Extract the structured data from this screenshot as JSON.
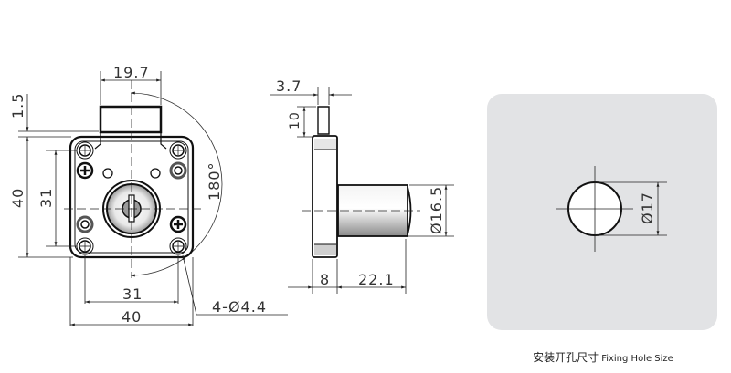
{
  "front_view": {
    "top_width": "19.7",
    "top_height": "1.5",
    "total_height": "40",
    "hole_spacing_vertical": "31",
    "hole_spacing_horizontal": "31",
    "total_width": "40",
    "rotation": "180°",
    "holes": "4-Ø4.4"
  },
  "side_view": {
    "bolt_width": "3.7",
    "bolt_height": "10",
    "flange_thickness": "8",
    "cylinder_length": "22.1",
    "cylinder_diameter": "Ø16.5"
  },
  "fixing_hole": {
    "diameter": "Ø17",
    "caption_cn": "安装开孔尺寸",
    "caption_en": "Fixing Hole Size",
    "panel_color": "#e2e3e5"
  },
  "colors": {
    "line": "#111111",
    "dim_line": "#333333"
  }
}
